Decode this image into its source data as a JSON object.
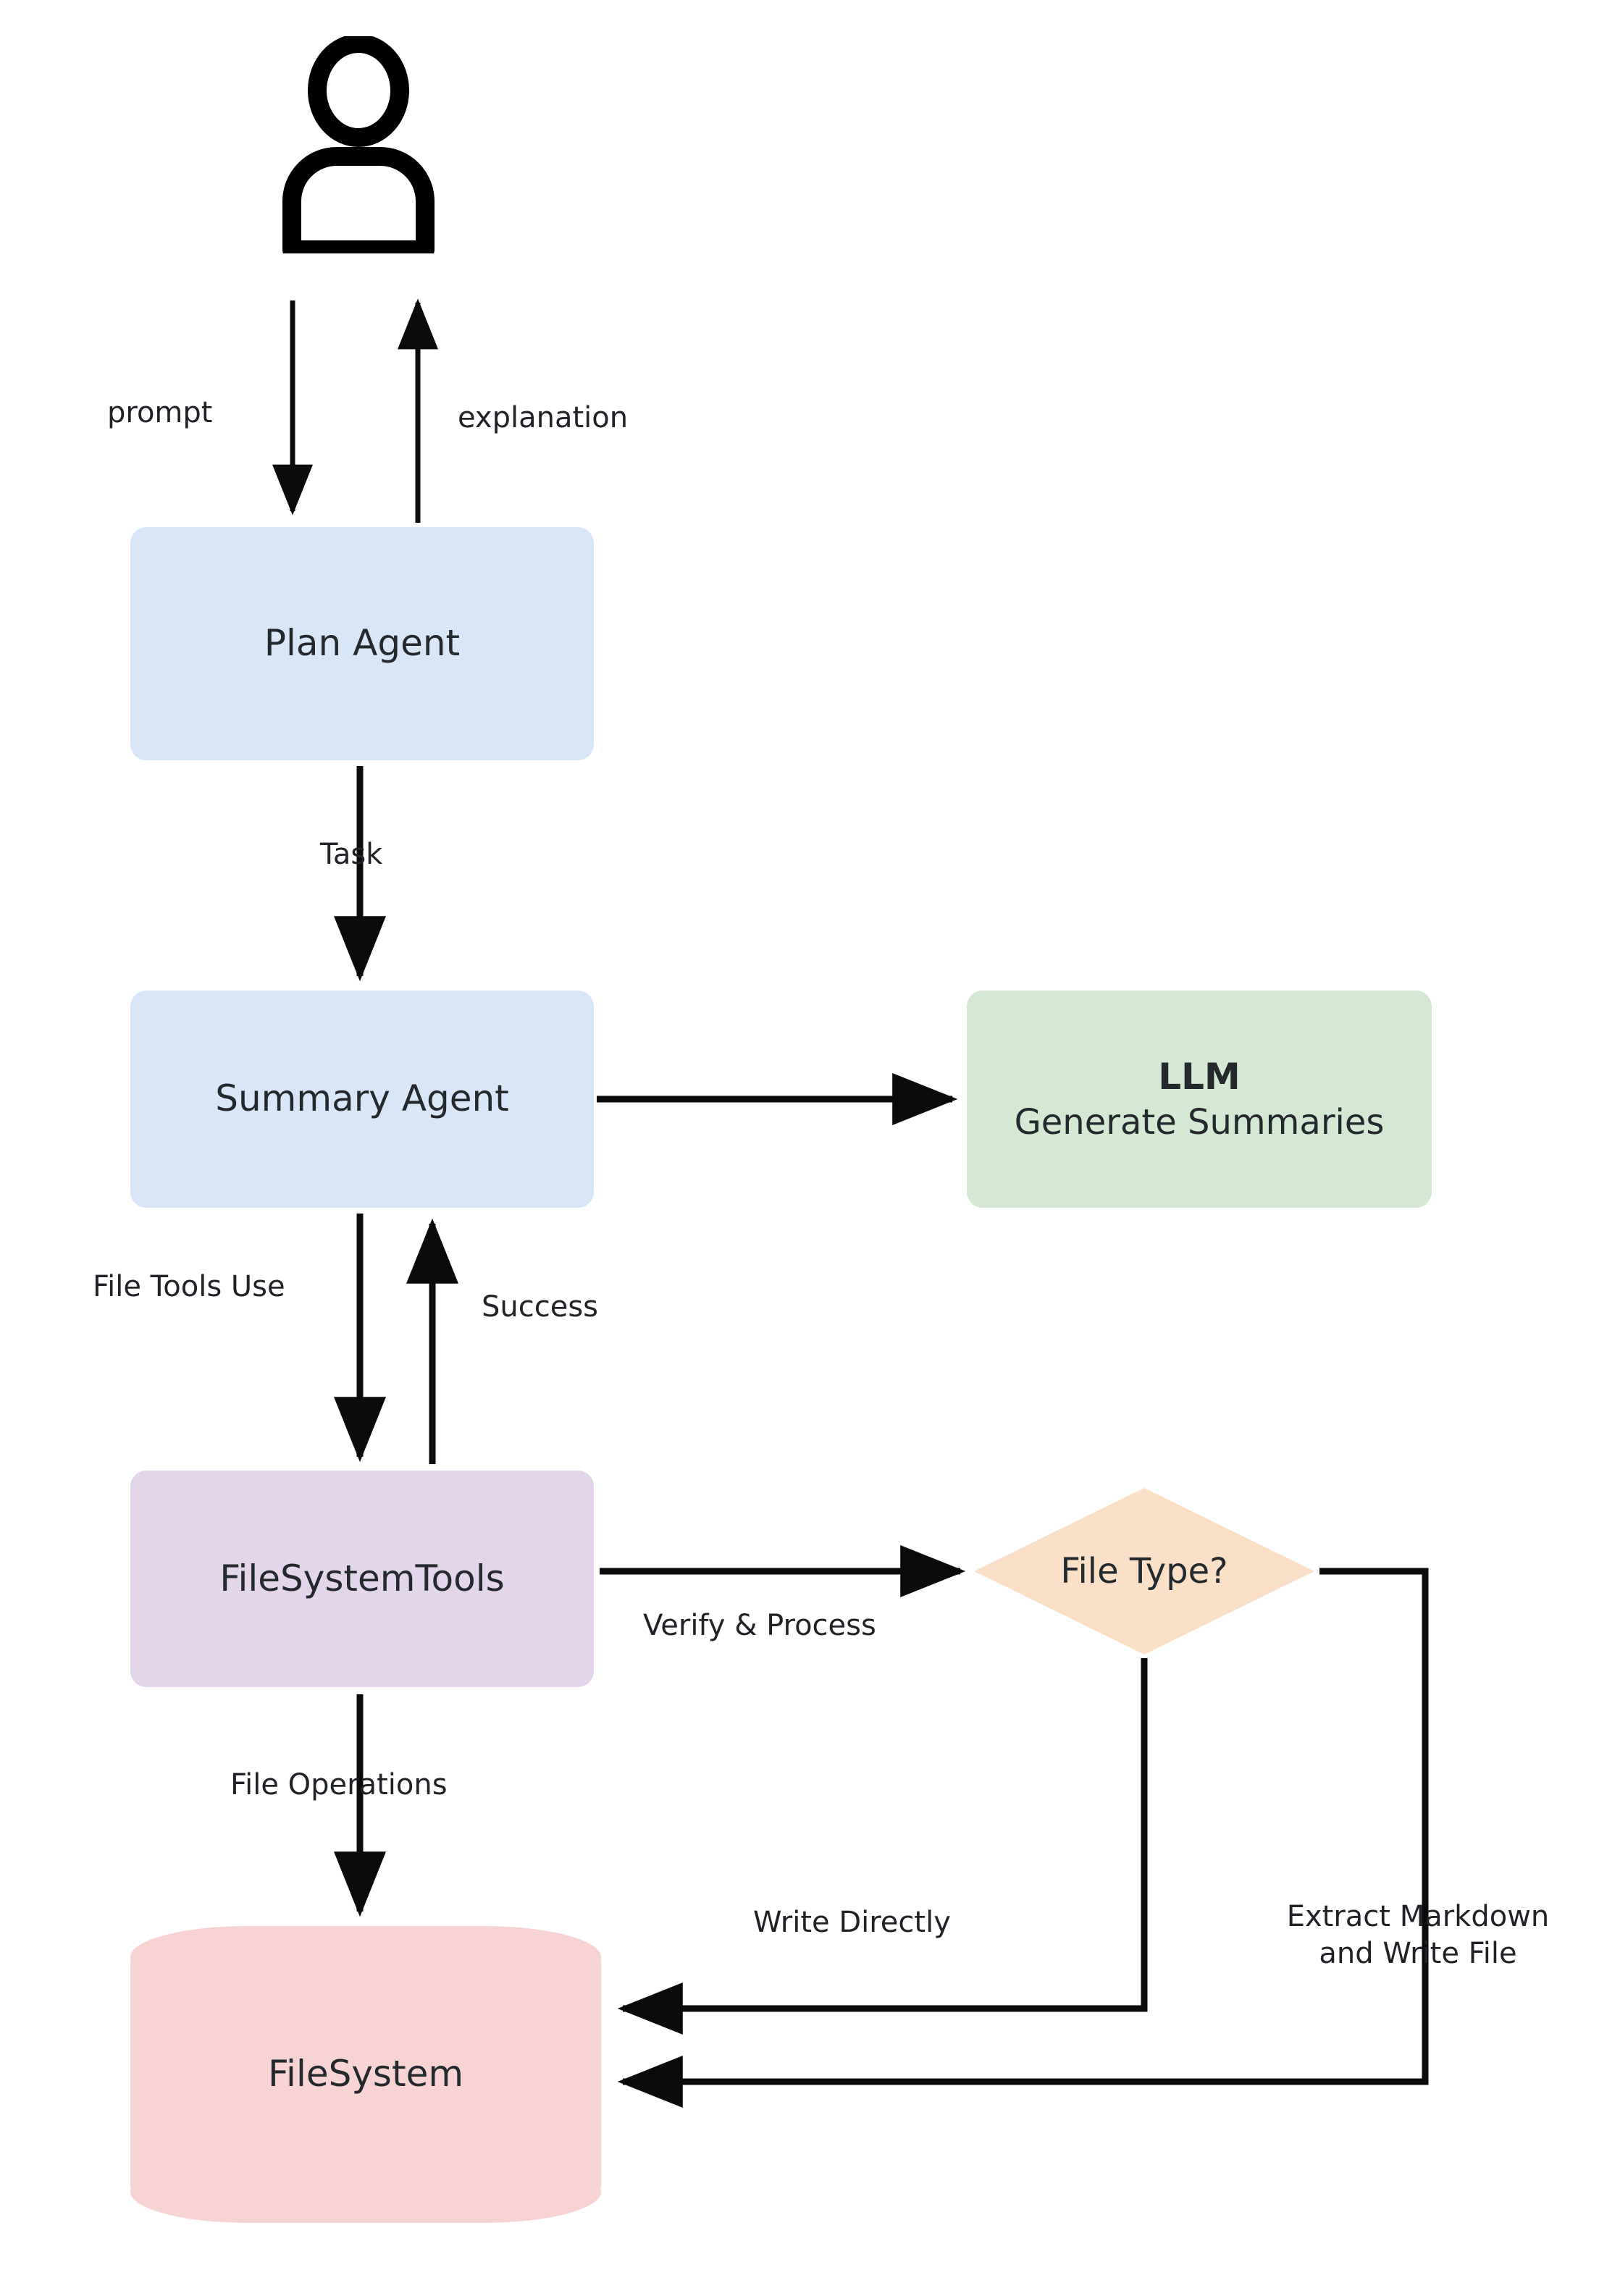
{
  "diagram": {
    "type": "flowchart",
    "orientation": "top-to-bottom",
    "background": "#ffffff",
    "nodes": {
      "user": {
        "icon": "user-person-icon",
        "shape": "icon",
        "color": "#000000"
      },
      "plan_agent": {
        "label": "Plan Agent",
        "shape": "rounded-rect",
        "color": "#d9e6f8"
      },
      "summary_agent": {
        "label": "Summary Agent",
        "shape": "rounded-rect",
        "color": "#d9e6f8"
      },
      "llm": {
        "title": "LLM",
        "subtitle": "Generate  Summaries",
        "shape": "rounded-rect",
        "color": "#d5e8d3"
      },
      "filesystem_tools": {
        "label": "FileSystemTools",
        "shape": "rounded-rect",
        "color": "#e4d6ea"
      },
      "file_type": {
        "label": "File Type?",
        "shape": "diamond",
        "color": "#fbe0c8"
      },
      "filesystem": {
        "label": "FileSystem",
        "shape": "cylinder",
        "color": "#f8d3d4"
      }
    },
    "edges": [
      {
        "from": "user",
        "to": "plan_agent",
        "label": "prompt"
      },
      {
        "from": "plan_agent",
        "to": "user",
        "label": "explanation"
      },
      {
        "from": "plan_agent",
        "to": "summary_agent",
        "label": "Task"
      },
      {
        "from": "summary_agent",
        "to": "llm",
        "label": ""
      },
      {
        "from": "summary_agent",
        "to": "filesystem_tools",
        "label": "File Tools Use"
      },
      {
        "from": "filesystem_tools",
        "to": "summary_agent",
        "label": "Success"
      },
      {
        "from": "filesystem_tools",
        "to": "file_type",
        "label": "Verify & Process"
      },
      {
        "from": "filesystem_tools",
        "to": "filesystem",
        "label": "File Operations"
      },
      {
        "from": "file_type",
        "to": "filesystem",
        "label": "Write Directly"
      },
      {
        "from": "file_type",
        "to": "filesystem",
        "label_line1": "Extract Markdown",
        "label_line2": "and Write File"
      }
    ]
  },
  "labels": {
    "prompt": "prompt",
    "explanation": "explanation",
    "task": "Task",
    "file_tools_use": "File Tools Use",
    "success": "Success",
    "verify_process": "Verify & Process",
    "file_operations": "File Operations",
    "write_directly": "Write Directly",
    "extract_markdown_l1": "Extract Markdown",
    "extract_markdown_l2": "and Write File"
  }
}
